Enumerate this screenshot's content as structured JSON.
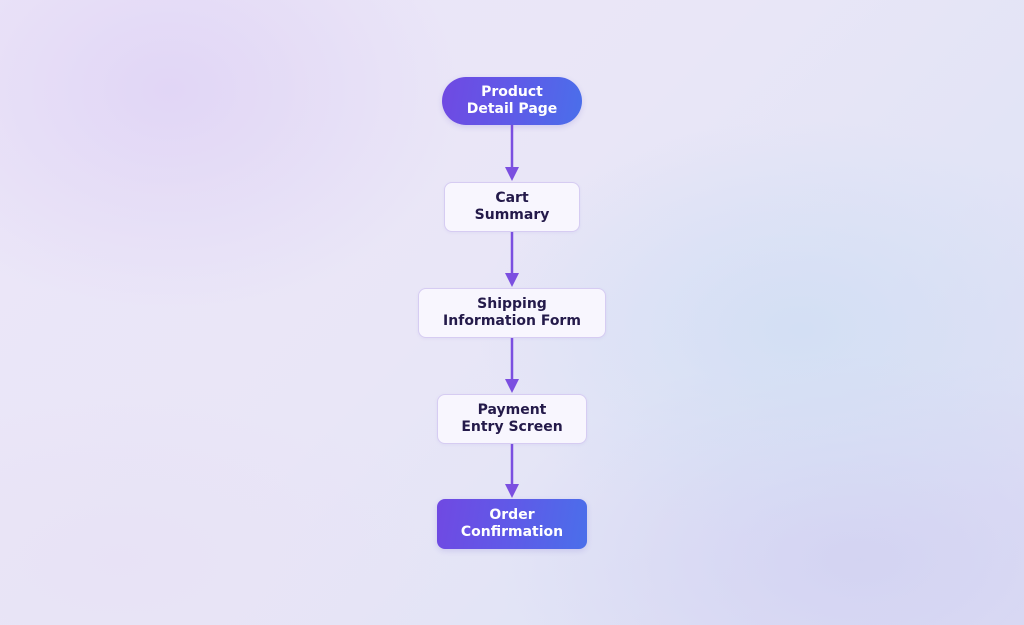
{
  "flowchart": {
    "steps": [
      {
        "label": "Product\nDetail Page",
        "style": "filled-pill"
      },
      {
        "label": "Cart\nSummary",
        "style": "outlined"
      },
      {
        "label": "Shipping\nInformation Form",
        "style": "outlined"
      },
      {
        "label": "Payment\nEntry Screen",
        "style": "outlined"
      },
      {
        "label": "Order\nConfirmation",
        "style": "filled-rect"
      }
    ],
    "colors": {
      "accent_start": "#7049e2",
      "accent_end": "#4a6fea",
      "arrow": "#7b4fe0",
      "node_text_dark": "#241a4a",
      "node_border": "#d6ccf2"
    }
  }
}
